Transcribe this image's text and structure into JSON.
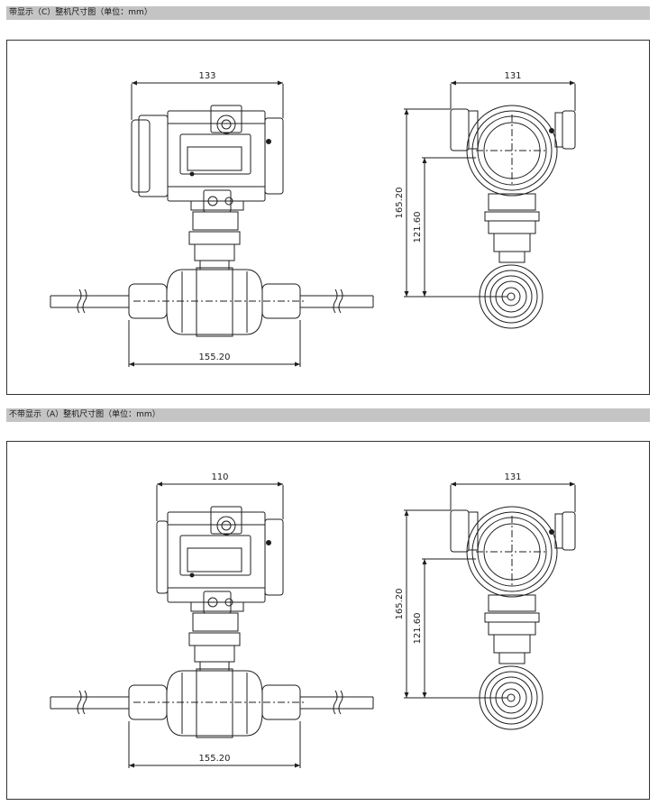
{
  "sections": [
    {
      "title": "带显示（C）整机尺寸图（单位：mm）",
      "dims": {
        "front_width": "133",
        "flange_length": "155.20",
        "side_width": "131",
        "total_height": "165.20",
        "center_height": "121.60"
      }
    },
    {
      "title": "不带显示（A）整机尺寸图（单位：mm）",
      "dims": {
        "front_width": "110",
        "flange_length": "155.20",
        "side_width": "131",
        "total_height": "165.20",
        "center_height": "121.60"
      }
    }
  ],
  "colors": {
    "line": "#1e1e1e",
    "section_bar": "#c4c4c4",
    "body_fill": "#ffffff"
  }
}
